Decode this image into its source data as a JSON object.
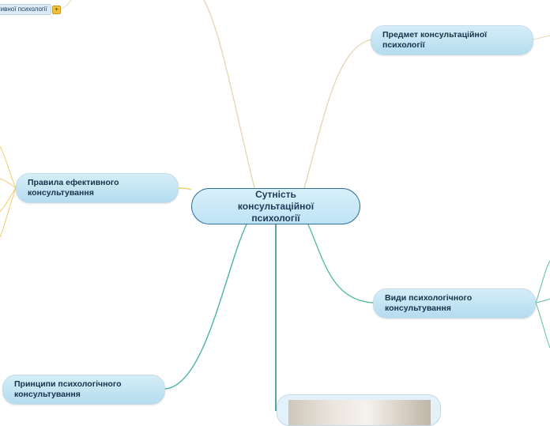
{
  "central": {
    "label": "Сутність консультаційної психології"
  },
  "top_tag": {
    "label": "тивної психології",
    "badge": "+"
  },
  "branches": [
    {
      "id": "subject",
      "label": "Предмет консультаційної психології"
    },
    {
      "id": "rules",
      "label": "Правила ефективного консультування"
    },
    {
      "id": "types",
      "label": "Види психологічного консультування"
    },
    {
      "id": "principles",
      "label": "Принципи психологічного консультування"
    }
  ],
  "colors": {
    "edge_subject": "#e7d7b3",
    "edge_rules": "#f2cf6a",
    "edge_types": "#5bbf9c",
    "edge_principles": "#4bb3a7",
    "edge_center_down": "#2f8d86",
    "edge_top": "#e7d7b3"
  }
}
